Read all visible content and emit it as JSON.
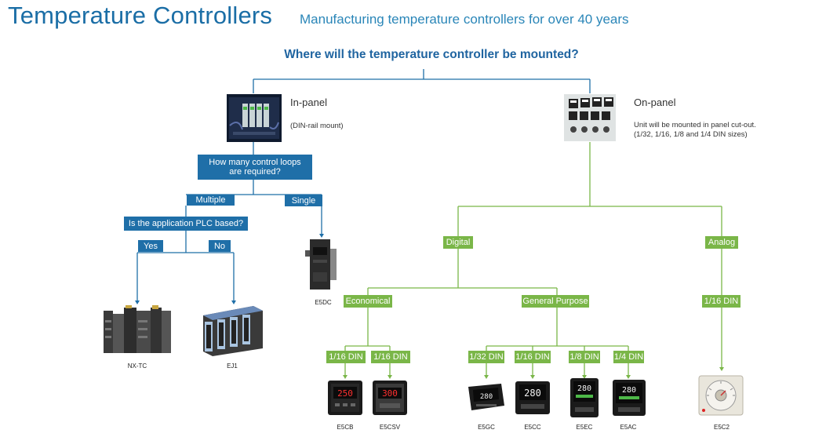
{
  "header": {
    "title": "Temperature Controllers",
    "subtitle": "Manufacturing temperature controllers for over 40 years"
  },
  "question": "Where will the temperature controller be mounted?",
  "in_panel": {
    "heading": "In-panel",
    "note": "(DIN-rail mount)",
    "loops_question_line1": "How many control loops",
    "loops_question_line2": "are required?",
    "multiple": "Multiple",
    "single": "Single",
    "plc_question": "Is the application PLC based?",
    "yes": "Yes",
    "no": "No"
  },
  "on_panel": {
    "heading": "On-panel",
    "note_line1": "Unit will be mounted in panel cut-out.",
    "note_line2": "(1/32, 1/16, 1/8 and 1/4 DIN sizes)",
    "digital": "Digital",
    "analog": "Analog",
    "economical": "Economical",
    "general_purpose": "General Purpose",
    "analog_size": "1/16 DIN"
  },
  "products": {
    "nx_tc": "NX-TC",
    "ej1": "EJ1",
    "e5dc": "E5DC",
    "e5cb": "E5CB",
    "e5csv": "E5CSV",
    "e5gc": "E5GC",
    "e5cc": "E5CC",
    "e5ec": "E5EC",
    "e5ac": "E5AC",
    "e5c2": "E5C2"
  },
  "sizes": {
    "e5cb": "1/16 DIN",
    "e5csv": "1/16 DIN",
    "e5gc": "1/32 DIN",
    "e5cc": "1/16 DIN",
    "e5ec": "1/8 DIN",
    "e5ac": "1/4 DIN"
  },
  "displays": {
    "e5cb": "250",
    "e5csv": "300",
    "e5gc": "280",
    "e5cc": "280",
    "e5ec": "280",
    "e5ac": "280"
  },
  "colors": {
    "title_blue": "#1b6ea6",
    "box_blue": "#1f6fa8",
    "box_green": "#7ab648",
    "line_green": "#7ab648",
    "line_blue": "#1f6fa8"
  }
}
